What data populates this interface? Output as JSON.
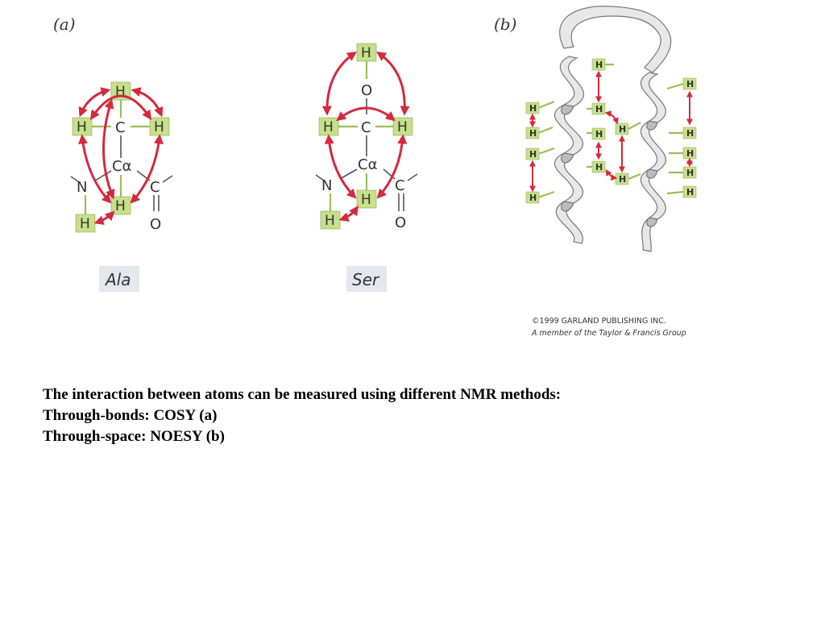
{
  "panels": {
    "a_label": "(a)",
    "b_label": "(b)",
    "molecules": [
      {
        "name": "Ala"
      },
      {
        "name": "Ser"
      }
    ],
    "atoms": {
      "H": "H",
      "C": "C",
      "N": "N",
      "O": "O",
      "Ca": "Cα"
    }
  },
  "copyright": {
    "line1": "©1999 GARLAND PUBLISHING INC.",
    "line2": "A member of the Taylor & Francis Group"
  },
  "caption": {
    "line1": "The interaction between atoms can be measured using different NMR methods:",
    "line2": "Through-bonds: COSY  (a)",
    "line3": "Through-space: NOESY  (b)"
  },
  "colors": {
    "arrow": "#d42a3c",
    "h_box": "#c7e08a",
    "label_box": "#e4e8ee"
  }
}
